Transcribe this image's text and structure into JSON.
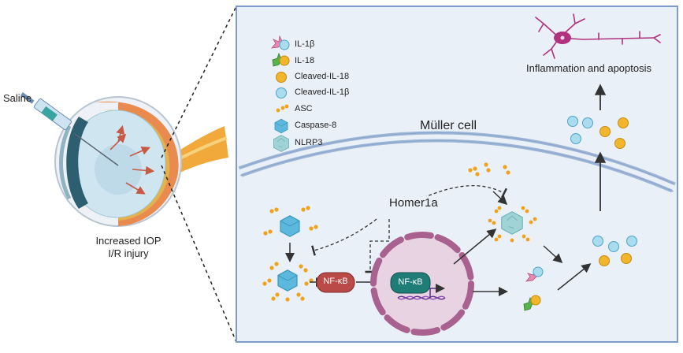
{
  "left_panel": {
    "syringe_label": "Saline",
    "caption_line1": "Increased IOP",
    "caption_line2": "I/R injury"
  },
  "right_panel": {
    "cell_label": "Müller cell",
    "output_label": "Inflammation and apoptosis",
    "homer_label": "Homer1a",
    "nfkb_label": "NF-κB",
    "nfkb_nuclear_label": "NF-κB"
  },
  "legend": {
    "items": [
      {
        "label": "IL-1β",
        "icon": "il1b-precursor-icon"
      },
      {
        "label": "IL-18",
        "icon": "il18-precursor-icon"
      },
      {
        "label": "Cleaved-IL-18",
        "icon": "cleaved-il18-icon"
      },
      {
        "label": "Cleaved-IL-1β",
        "icon": "cleaved-il1b-icon"
      },
      {
        "label": "ASC",
        "icon": "asc-icon"
      },
      {
        "label": "Caspase-8",
        "icon": "caspase8-icon"
      },
      {
        "label": "NLRP3",
        "icon": "nlrp3-icon"
      }
    ]
  },
  "colors": {
    "panel_bg": "#e9f0f8",
    "panel_border": "#7d9ccc",
    "membrane": "#9fb6d6",
    "nfkb_pill": "#b94a48",
    "nfkb_nuclear": "#1f7d78",
    "nucleus": "#e8d3e2",
    "nucleus_border": "#a9628f",
    "cleaved_il18": "#f2b52e",
    "cleaved_il1b": "#a9dcef",
    "caspase": "#5cb8dd",
    "nlrp3": "#9fd3d6",
    "il1b_star": "#e889b0",
    "il18_star": "#59b34b",
    "neuron": "#b0317e"
  }
}
